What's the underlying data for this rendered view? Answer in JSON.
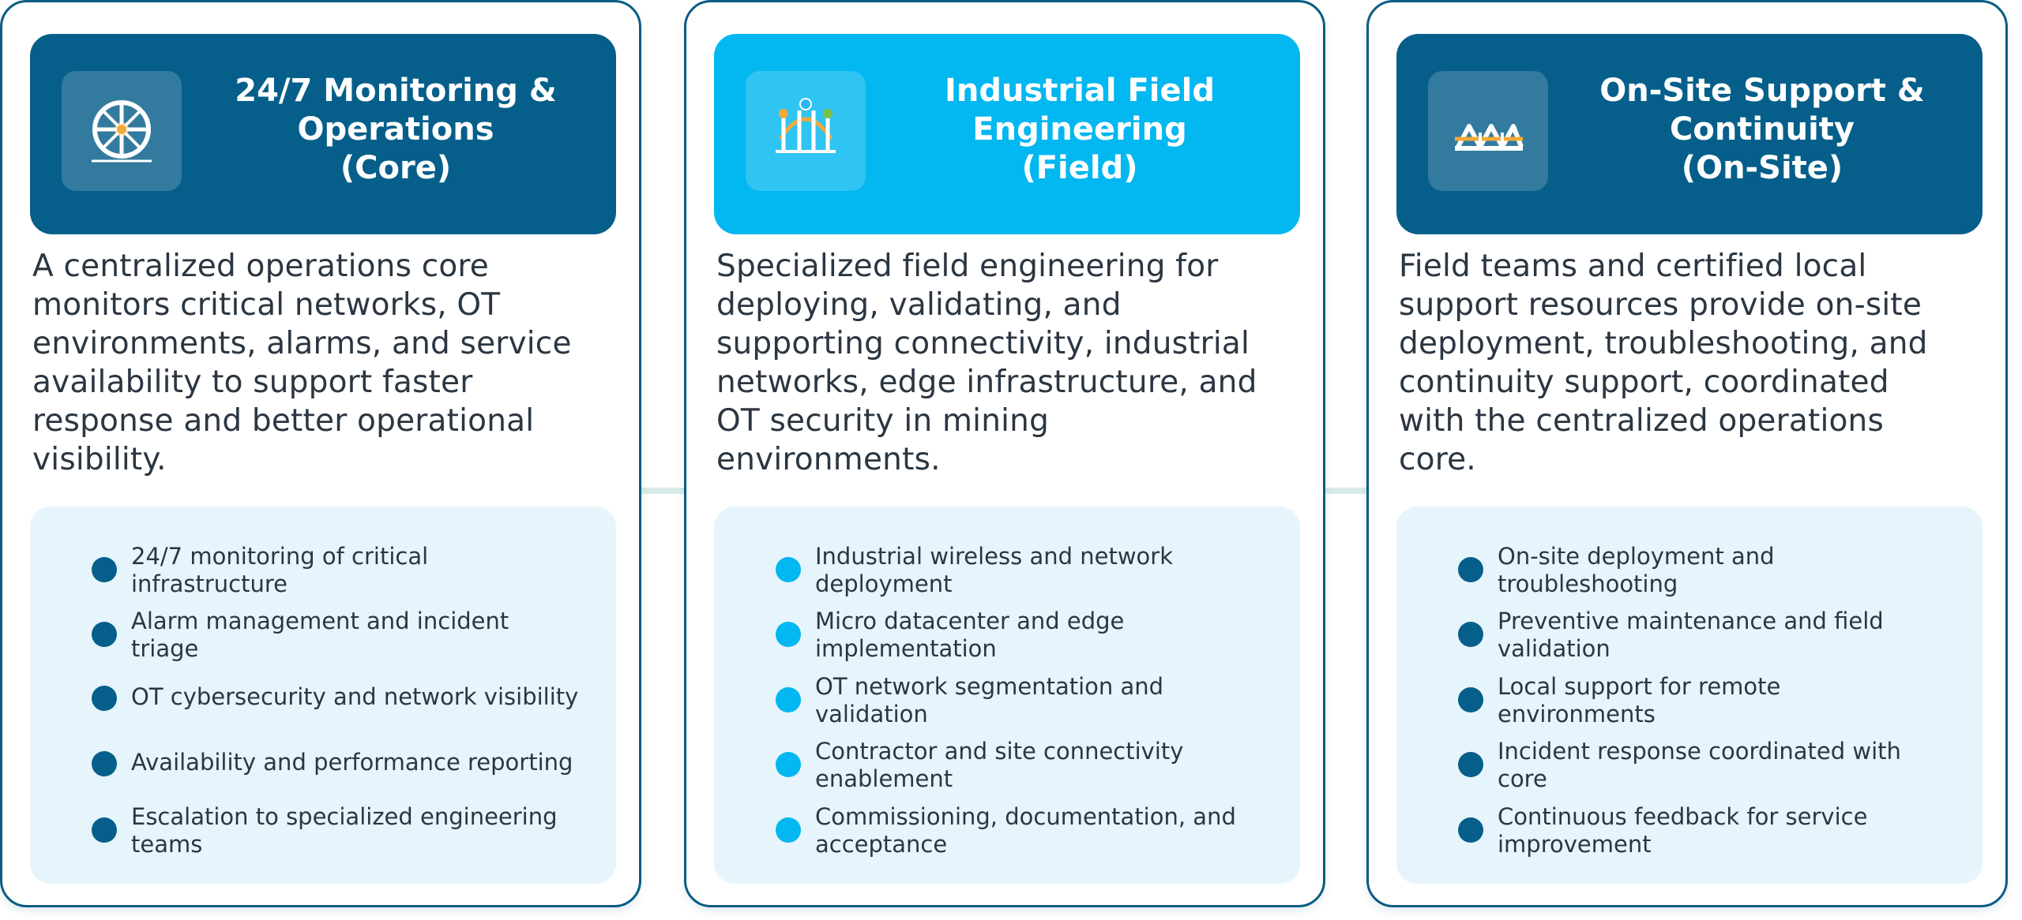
{
  "colors": {
    "dark_accent": "#065f8a",
    "light_accent": "#03b7f0",
    "panel_background": "#e6f4fb",
    "border": "#0a5c83",
    "text": "#2b3642"
  },
  "cards": [
    {
      "icon": "ship-wheel-icon",
      "title_lines": [
        "24/7 Monitoring &",
        "Operations",
        "(Core)"
      ],
      "description_lines": [
        "A centralized operations core",
        "monitors critical networks, OT",
        "environments, alarms, and service",
        "availability to support faster",
        "response and better operational",
        "visibility."
      ],
      "items": [
        {
          "lines": [
            "24/7 monitoring of critical",
            "infrastructure"
          ]
        },
        {
          "lines": [
            "Alarm management and incident",
            "triage"
          ]
        },
        {
          "lines": [
            "OT cybersecurity and network visibility"
          ]
        },
        {
          "lines": [
            "Availability and performance reporting"
          ]
        },
        {
          "lines": [
            "Escalation to specialized engineering",
            "teams"
          ]
        }
      ]
    },
    {
      "icon": "field-engineering-bridge-icon",
      "title_lines": [
        "Industrial Field",
        "Engineering",
        "(Field)"
      ],
      "description_lines": [
        "Specialized field engineering for",
        "deploying, validating, and",
        "supporting connectivity, industrial",
        "networks, edge infrastructure, and",
        "OT security in mining",
        "environments."
      ],
      "items": [
        {
          "lines": [
            "Industrial wireless and network",
            "deployment"
          ]
        },
        {
          "lines": [
            "Micro datacenter and edge",
            "implementation"
          ]
        },
        {
          "lines": [
            "OT network segmentation and",
            "validation"
          ]
        },
        {
          "lines": [
            "Contractor and site connectivity",
            "enablement"
          ]
        },
        {
          "lines": [
            "Commissioning, documentation, and",
            "acceptance"
          ]
        }
      ]
    },
    {
      "icon": "truss-bridge-icon",
      "title_lines": [
        "On-Site Support &",
        "Continuity",
        "(On-Site)"
      ],
      "description_lines": [
        "Field teams and certified local",
        "support resources provide on-site",
        "deployment, troubleshooting, and",
        "continuity support, coordinated",
        "with the centralized operations",
        "core."
      ],
      "items": [
        {
          "lines": [
            "On-site deployment and",
            "troubleshooting"
          ]
        },
        {
          "lines": [
            "Preventive maintenance and field",
            "validation"
          ]
        },
        {
          "lines": [
            "Local support for remote",
            "environments"
          ]
        },
        {
          "lines": [
            "Incident response coordinated with",
            "core"
          ]
        },
        {
          "lines": [
            "Continuous feedback for service",
            "improvement"
          ]
        }
      ]
    }
  ]
}
